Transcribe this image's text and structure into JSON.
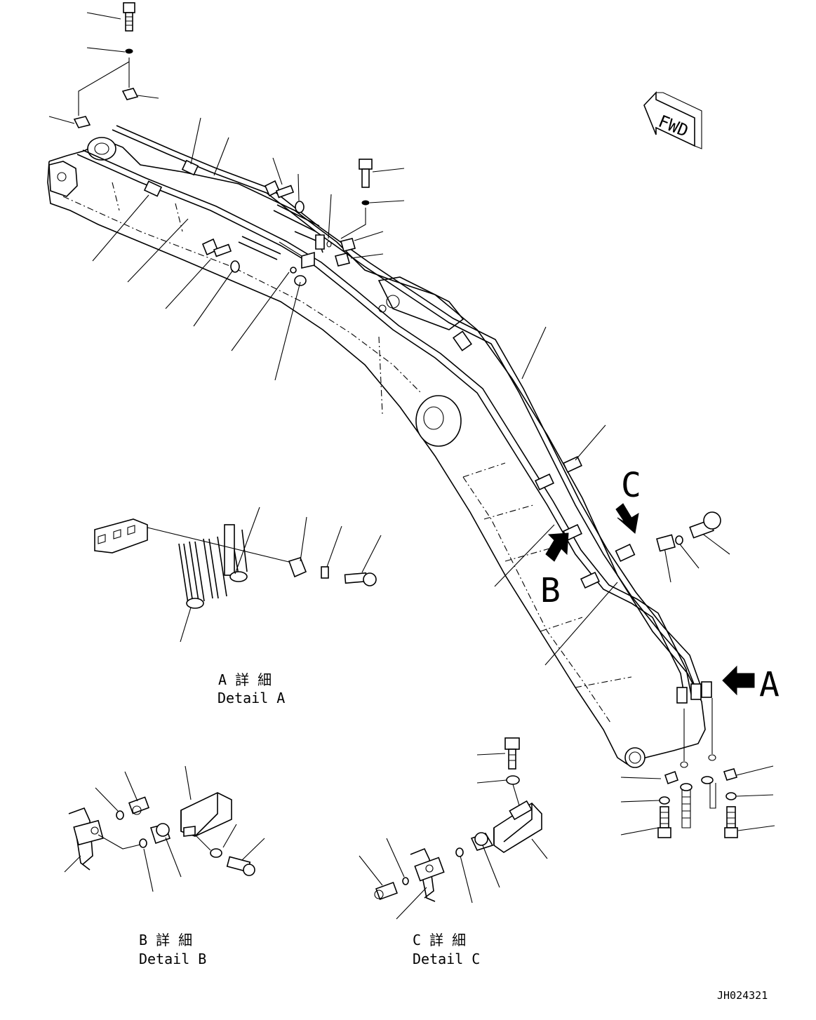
{
  "fwd_label": "FWD",
  "callouts": {
    "a": {
      "letter": "A"
    },
    "b": {
      "letter": "B"
    },
    "c": {
      "letter": "C"
    }
  },
  "details": {
    "a": {
      "jp": "A 詳 細",
      "en": "Detail A"
    },
    "b": {
      "jp": "B 詳 細",
      "en": "Detail B"
    },
    "c": {
      "jp": "C 詳 細",
      "en": "Detail C"
    }
  },
  "drawing_id": "JH024321"
}
